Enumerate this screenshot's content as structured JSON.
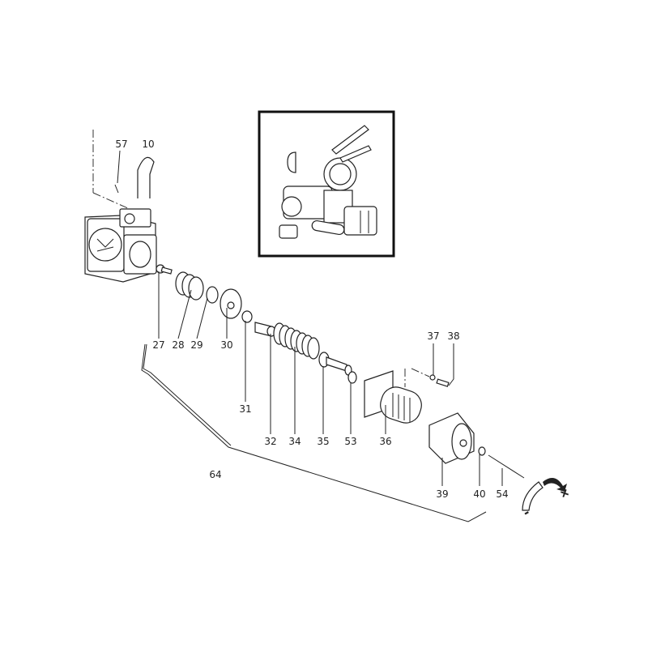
{
  "labels": {
    "p57": "57",
    "p10": "10",
    "p27": "27",
    "p28": "28",
    "p29": "29",
    "p30": "30",
    "p31": "31",
    "p32": "32",
    "p34": "34",
    "p35": "35",
    "p53": "53",
    "p36": "36",
    "p37": "37",
    "p38": "38",
    "p39": "39",
    "p40": "40",
    "p54": "54",
    "p64": "64"
  },
  "rotation": {
    "plus": "+",
    "minus": "-"
  }
}
